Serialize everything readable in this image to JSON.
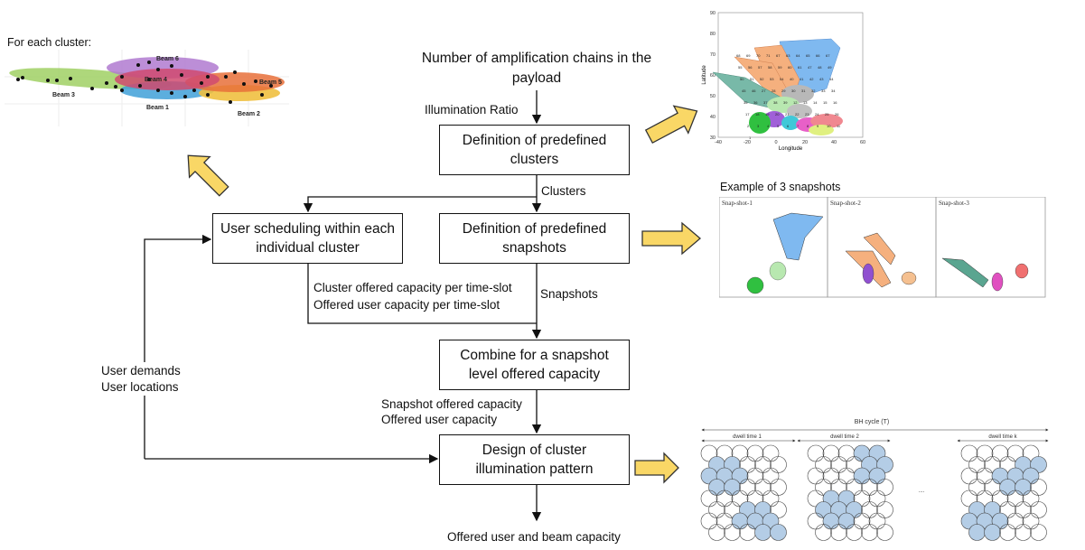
{
  "top_input": "Number of amplification chains in the payload",
  "illumination_label": "Illumination Ratio",
  "boxes": {
    "clusters": "Definition of predefined clusters",
    "snapshots": "Definition of predefined snapshots",
    "scheduling": "User scheduling within each individual cluster",
    "combine": "Combine for a snapshot level offered capacity",
    "pattern": "Design of cluster illumination pattern"
  },
  "edges": {
    "clusters": "Clusters",
    "snapshots": "Snapshots",
    "cluster_capacity": "Cluster offered capacity per time-slot",
    "user_capacity_slot": "Offered user capacity per time-slot",
    "snapshot_capacity": "Snapshot offered capacity",
    "offered_user_capacity": "Offered user capacity",
    "user_demands": "User demands",
    "user_locations": "User locations",
    "output": "Offered user and beam capacity"
  },
  "cluster_figure": {
    "title": "For each cluster:",
    "beams": [
      "Beam 1",
      "Beam 2",
      "Beam 3",
      "Beam 4",
      "Beam 5",
      "Beam 6"
    ]
  },
  "map_figure": {
    "xlabel": "Longitude",
    "ylabel": "Latitude",
    "xticks": [
      "-40",
      "-20",
      "0",
      "20",
      "40",
      "60"
    ],
    "yticks": [
      "90",
      "80",
      "70",
      "60",
      "50",
      "40",
      "30"
    ],
    "labels": [
      "68",
      "69",
      "70",
      "71",
      "67",
      "63",
      "64",
      "65",
      "66",
      "67",
      "55",
      "56",
      "57",
      "58",
      "59",
      "60",
      "61",
      "47",
      "48",
      "49",
      "50",
      "51",
      "52",
      "53",
      "54",
      "40",
      "41",
      "42",
      "43",
      "44",
      "45",
      "46",
      "27",
      "28",
      "29",
      "30",
      "31",
      "32",
      "33",
      "34",
      "35",
      "36",
      "37",
      "38",
      "39",
      "12",
      "13",
      "14",
      "15",
      "16",
      "17",
      "18",
      "19",
      "20",
      "21",
      "22",
      "23",
      "24",
      "25",
      "26",
      "2",
      "3",
      "4",
      "5",
      "6",
      "7",
      "8",
      "9",
      "10",
      "11",
      "1"
    ]
  },
  "snapshot_figure": {
    "title": "Example of 3 snapshots",
    "panels": [
      "Snap-shot-1",
      "Snap-shot-2",
      "Snap-shot-3"
    ]
  },
  "bh_figure": {
    "title": "BH cycle (T)",
    "dwell": [
      "dwell time 1",
      "dwell time 2",
      "dwell time k"
    ],
    "ellipsis": "....",
    "fill_color": "#b4cde6"
  },
  "colors": {
    "arrow_fill": "#f9d766",
    "arrow_stroke": "#333333"
  }
}
